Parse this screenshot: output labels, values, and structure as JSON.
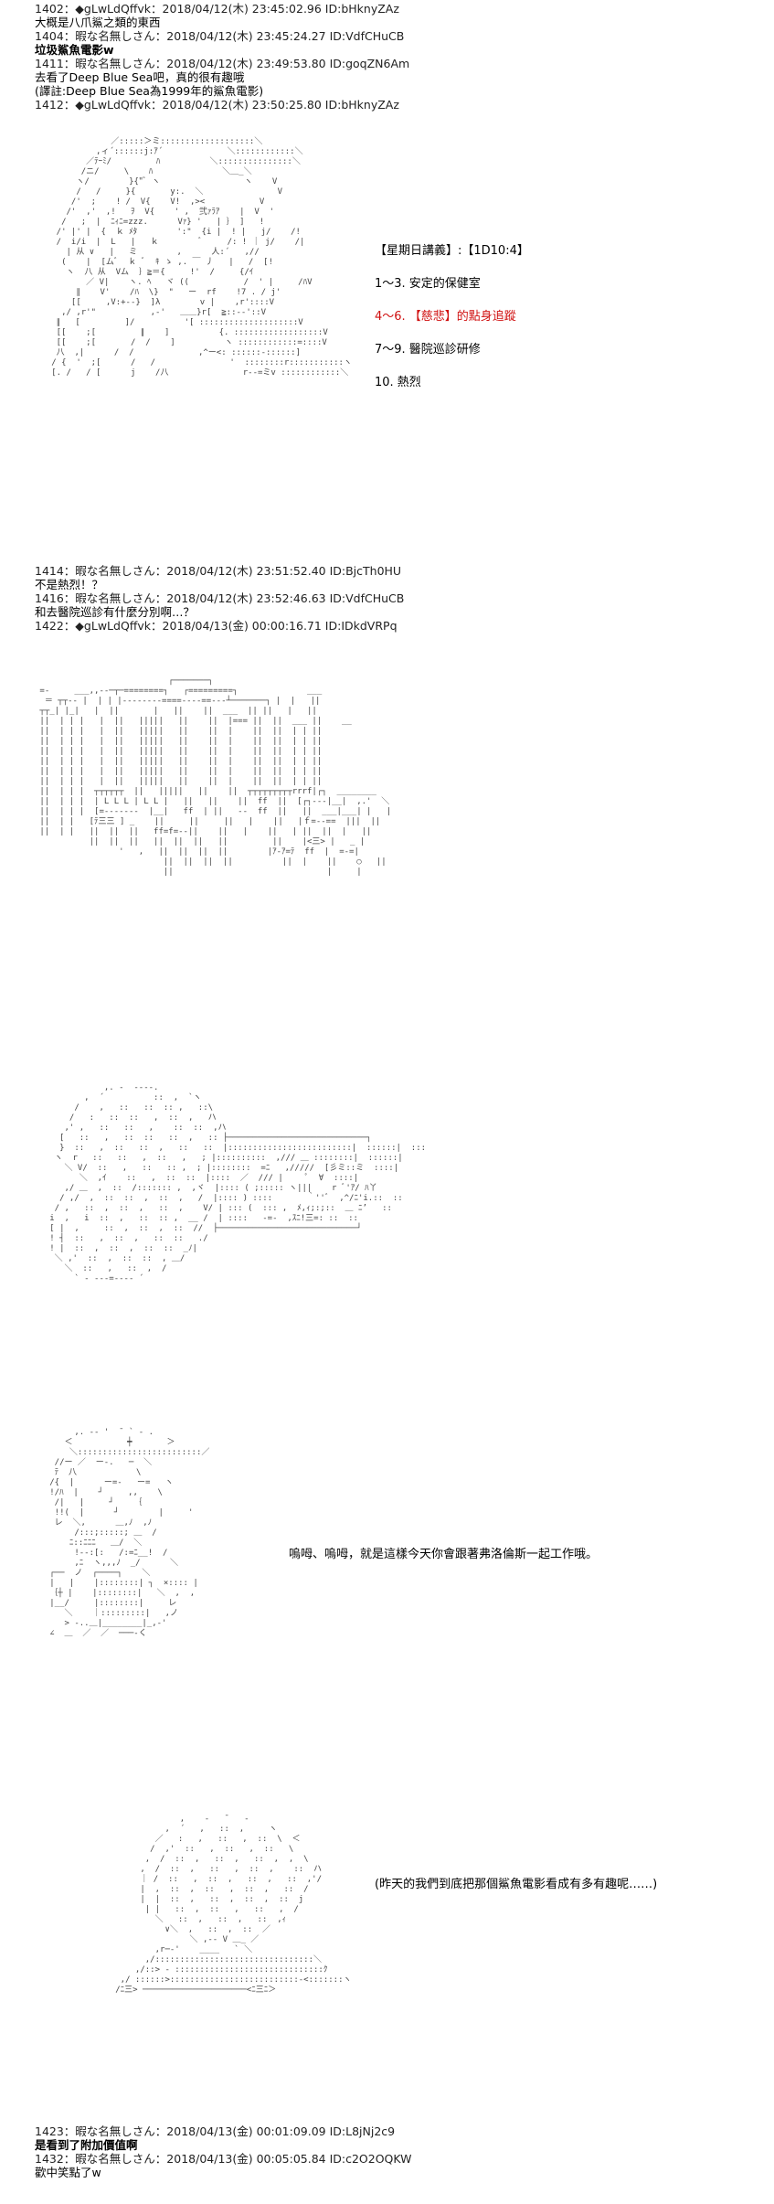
{
  "posts_top": [
    {
      "header": "1402：◆gLwLdQffvk：2018/04/12(木) 23:45:02.96 ID:bHknyZAz",
      "body": "大概是八爪鯊之類的東西"
    },
    {
      "header": "1404：暇な名無しさん：2018/04/12(木) 23:45:24.27 ID:VdfCHuCB",
      "body": "垃圾鯊魚電影w"
    },
    {
      "header": "1411：暇な名無しさん：2018/04/12(木) 23:49:53.80 ID:goqZN6Am",
      "body": "去看了Deep Blue Sea吧，真的很有趣哦",
      "note": "(譯註:Deep Blue Sea為1999年的鯊魚電影)"
    },
    {
      "header": "1412：◆gLwLdQffvk：2018/04/12(木) 23:50:25.80 ID:bHknyZAz"
    }
  ],
  "menu": {
    "title": "【星期日講義】:【1D10:4】",
    "items": [
      {
        "text": "1〜3. 安定的保健室",
        "highlight": false
      },
      {
        "text": "4〜6. 【慈悲】的點身追蹤",
        "highlight": true
      },
      {
        "text": "7〜9. 醫院巡診研修",
        "highlight": false
      },
      {
        "text": "10. 熱烈",
        "highlight": false
      }
    ]
  },
  "posts_mid": [
    {
      "header": "1414：暇な名無しさん：2018/04/12(木) 23:51:52.40 ID:BjcTh0HU",
      "body": "不是熱烈！？"
    },
    {
      "header": "1416：暇な名無しさん：2018/04/12(木) 23:52:46.63 ID:VdfCHuCB",
      "body": "和去醫院巡診有什麼分別啊…？"
    },
    {
      "header": "1422：◆gLwLdQffvk：2018/04/13(金) 00:00:16.71 ID:IDkdVRPq"
    }
  ],
  "speech": {
    "line1": "嗚呣、嗚呣，就是這樣今天你會跟著弗洛倫斯一起工作哦。",
    "line2": "(昨天的我們到底把那個鯊魚電影看成有多有趣呢……)"
  },
  "posts_bottom": [
    {
      "header": "1423：暇な名無しさん：2018/04/13(金) 00:01:09.09 ID:L8jNj2c9",
      "body": "是看到了附加價值啊"
    },
    {
      "header": "1432：暇な名無しさん：2018/04/13(金) 00:05:05.84 ID:c2O2OQKW",
      "body": "歡中笑點了w"
    }
  ],
  "colors": {
    "highlight": "#d01010",
    "text": "#000000",
    "art": "#444444"
  }
}
